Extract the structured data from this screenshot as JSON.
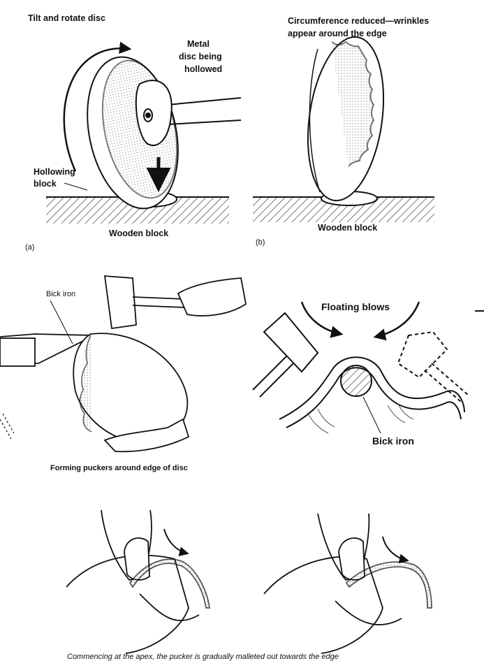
{
  "panel_a": {
    "title": "Tilt and rotate disc",
    "disc_label_1": "Metal",
    "disc_label_2": "disc being",
    "disc_label_3": "hollowed",
    "block_label_1": "Hollowing",
    "block_label_2": "block",
    "base_label": "Wooden block",
    "tag": "(a)"
  },
  "panel_b": {
    "title_1": "Circumference reduced—wrinkles",
    "title_2": "appear around the edge",
    "base_label": "Wooden block",
    "tag": "(b)"
  },
  "panel_c": {
    "tool_label": "Bick iron",
    "caption": "Forming puckers around edge of disc"
  },
  "panel_d": {
    "title": "Floating blows",
    "tool_label": "Bick iron"
  },
  "bottom": {
    "caption": "Commencing at the apex, the pucker is gradually malleted out towards the edge"
  }
}
